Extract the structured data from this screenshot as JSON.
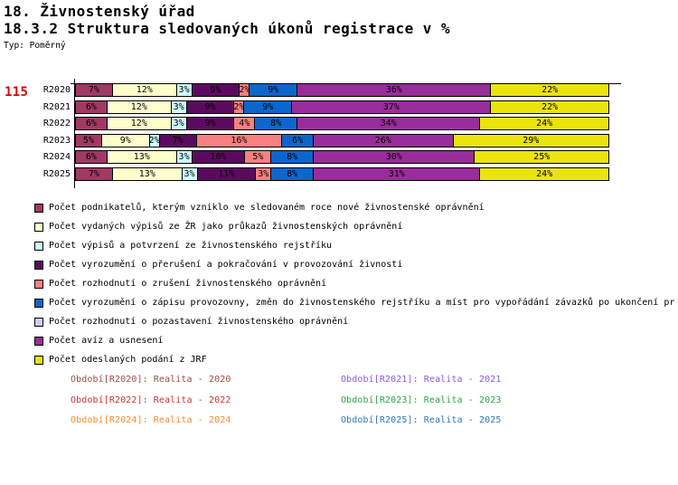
{
  "header": {
    "title_line1": "18. Živnostenský úřad",
    "title_line2": "18.3.2 Struktura sledovaných úkonů registrace v %",
    "type_label": "Typ: Poměrný",
    "record_count": "115"
  },
  "chart_data": {
    "type": "bar",
    "stacked": true,
    "orientation": "horizontal",
    "value_unit": "%",
    "xlim": [
      0,
      100
    ],
    "grid": false,
    "legend_position": "bottom-left",
    "categories": [
      "R2020",
      "R2021",
      "R2022",
      "R2023",
      "R2024",
      "R2025"
    ],
    "series": [
      {
        "name": "Počet podnikatelů, kterým vzniklo ve sledovaném roce nové živnostenské oprávnění",
        "color": "#a03a64",
        "values": [
          7,
          6,
          6,
          5,
          6,
          7
        ]
      },
      {
        "name": "Počet vydaných výpisů ze ŽR jako průkazů živnostenských oprávnění",
        "color": "#ffffcc",
        "values": [
          12,
          12,
          12,
          9,
          13,
          13
        ]
      },
      {
        "name": "Počet výpisů a potvrzení ze živnostenského rejstříku",
        "color": "#ccffff",
        "values": [
          3,
          3,
          3,
          2,
          3,
          3
        ]
      },
      {
        "name": "Počet vyrozumění o přerušení a pokračování v provozování živnosti",
        "color": "#5c0a60",
        "values": [
          9,
          9,
          9,
          7,
          10,
          11
        ]
      },
      {
        "name": "Počet rozhodnutí o zrušení živnostenského oprávnění",
        "color": "#f98080",
        "values": [
          2,
          2,
          4,
          16,
          5,
          3
        ]
      },
      {
        "name": "Počet vyrozumění o zápisu provozovny, změn do živnostenského rejstříku a míst pro vypořádání závazků po ukončení pr",
        "color": "#0d66cc",
        "values": [
          9,
          9,
          8,
          6,
          8,
          8
        ]
      },
      {
        "name": "Počet rozhodnutí o pozastavení živnostenského oprávnění",
        "color": "#cdcdf0",
        "values": [
          0,
          0,
          0,
          0,
          0,
          0
        ]
      },
      {
        "name": "Počet avíz a usnesení",
        "color": "#992d9b",
        "values": [
          36,
          37,
          34,
          26,
          30,
          31
        ]
      },
      {
        "name": "Počet odeslaných podání z JRF",
        "color": "#ebe40c",
        "values": [
          22,
          22,
          24,
          29,
          25,
          24
        ]
      }
    ]
  },
  "footer": {
    "periods": [
      {
        "label": "Období[R2020]: Realita - 2020",
        "color": "#9b4e3e"
      },
      {
        "label": "Období[R2021]: Realita - 2021",
        "color": "#9059d6"
      },
      {
        "label": "Období[R2022]: Realita - 2022",
        "color": "#cc3333"
      },
      {
        "label": "Období[R2023]: Realita - 2023",
        "color": "#2da449"
      },
      {
        "label": "Období[R2024]: Realita - 2024",
        "color": "#f98a2b"
      },
      {
        "label": "Období[R2025]: Realita - 2025",
        "color": "#2e77b8"
      }
    ]
  }
}
